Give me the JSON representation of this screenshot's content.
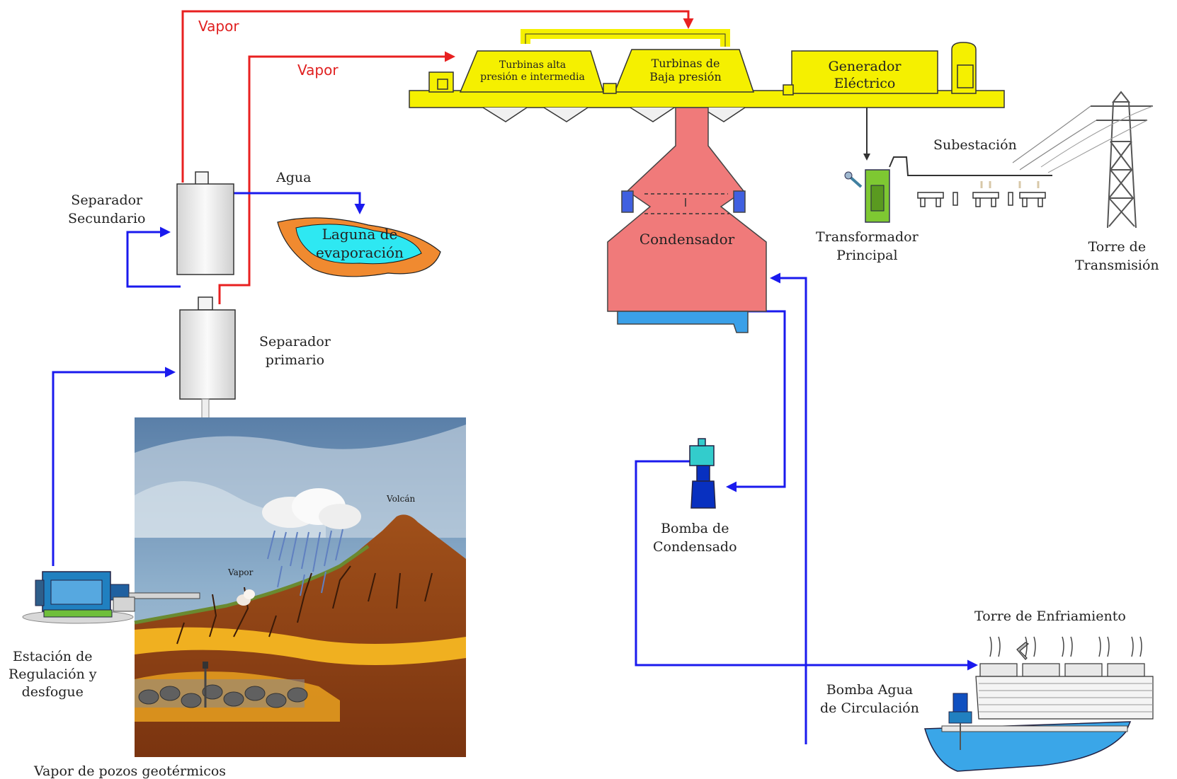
{
  "labels": {
    "vapor_top": "Vapor",
    "vapor_mid": "Vapor",
    "agua": "Agua",
    "separador_secundario": [
      "Separador",
      "Secundario"
    ],
    "separador_primario": [
      "Separador",
      "primario"
    ],
    "laguna": [
      "Laguna de",
      "evaporación"
    ],
    "turbinas_alta": [
      "Turbinas alta",
      "presión e intermedia"
    ],
    "turbinas_baja": [
      "Turbinas de",
      "Baja presión"
    ],
    "generador": [
      "Generador",
      "Eléctrico"
    ],
    "condensador": "Condensador",
    "subestacion": "Subestación",
    "transformador": [
      "Transformador",
      "Principal"
    ],
    "torre_transmision": [
      "Torre de",
      "Transmisión"
    ],
    "bomba_condensado": [
      "Bomba de",
      "Condensado"
    ],
    "torre_enfriamiento": "Torre de Enfriamiento",
    "bomba_agua": [
      "Bomba  Agua",
      "de Circulación"
    ],
    "estacion": [
      "Estación de",
      "Regulación y",
      "desfogue"
    ],
    "vapor_pozos": "Vapor de pozos geotérmicos",
    "volcan": "Volcán",
    "vapor_small": "Vapor"
  },
  "colors": {
    "steam": "#e82020",
    "water": "#1a1aee",
    "machine": "#f5f000",
    "condenser": "#f07a7a",
    "separator": "#ececec",
    "pump": "#2080c0"
  }
}
